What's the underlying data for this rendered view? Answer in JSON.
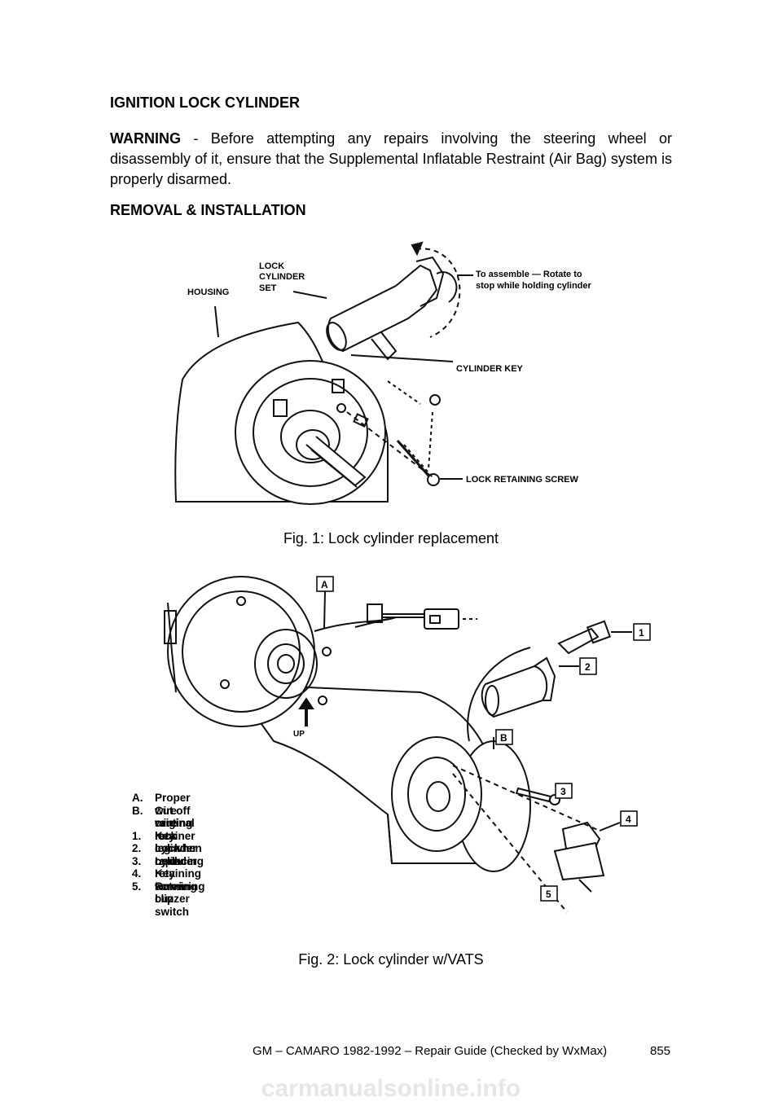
{
  "doc": {
    "title": "IGNITION LOCK CYLINDER",
    "warning_label": "WARNING",
    "warning_text": " - Before attempting any repairs involving the steering wheel or disassembly of it, ensure that the Supplemental Inflatable Restraint (Air Bag) system is properly disarmed.",
    "subtitle": "REMOVAL & INSTALLATION"
  },
  "fig1": {
    "caption": "Fig. 1: Lock cylinder replacement",
    "labels": {
      "lock_cylinder_set_1": "LOCK",
      "lock_cylinder_set_2": "CYLINDER",
      "lock_cylinder_set_3": "SET",
      "housing": "HOUSING",
      "assemble_1": "To assemble — Rotate to",
      "assemble_2": "stop while holding cylinder",
      "cylinder_key": "CYLINDER KEY",
      "retaining_screw": "LOCK RETAINING SCREW"
    }
  },
  "fig2": {
    "caption": "Fig. 2: Lock cylinder w/VATS",
    "callouts": {
      "a": "A",
      "b": "B",
      "n1": "1",
      "n2": "2",
      "n3": "3",
      "n4": "4",
      "n5": "5",
      "up": "UP"
    },
    "legend": [
      {
        "key": "A.",
        "text": "Proper wire routing"
      },
      {
        "key": "B.",
        "text": "Cut off wire retainer leg when replacing"
      },
      {
        "key": "",
        "text": "original lock cylinder"
      },
      {
        "key": "1.",
        "text": "Key"
      },
      {
        "key": "2.",
        "text": "Lock cylinder"
      },
      {
        "key": "3.",
        "text": "Lock retaining screw"
      },
      {
        "key": "4.",
        "text": "Key warning buzzer switch"
      },
      {
        "key": "5.",
        "text": "Retaining clip"
      }
    ]
  },
  "footer": {
    "text": "GM – CAMARO 1982-1992 – Repair Guide (Checked by WxMax)",
    "page": "855"
  },
  "watermark": "carmanualsonline.info"
}
